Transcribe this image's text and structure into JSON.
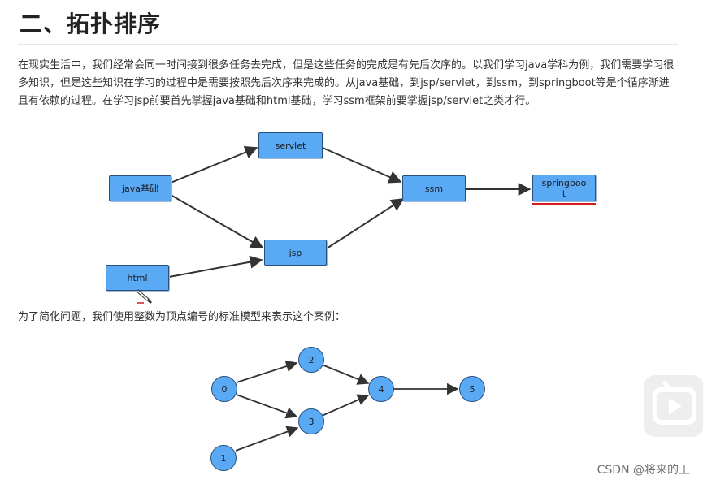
{
  "heading": "二、拓扑排序",
  "corner_text": "",
  "intro": "在现实生活中，我们经常会同一时间接到很多任务去完成，但是这些任务的完成是有先后次序的。以我们学习java学科为例，我们需要学习很多知识，但是这些知识在学习的过程中是需要按照先后次序来完成的。从java基础，到jsp/servlet，到ssm，到springboot等是个循序渐进且有依赖的过程。在学习jsp前要首先掌握java基础和html基础，学习ssm框架前要掌握jsp/servlet之类才行。",
  "diagram1": {
    "nodes": {
      "java": "java基础",
      "servlet": "servlet",
      "jsp": "jsp",
      "html": "html",
      "ssm": "ssm",
      "springboot_line1": "springboo",
      "springboot_line2": "t"
    }
  },
  "second_text": "为了简化问题，我们使用整数为顶点编号的标准模型来表示这个案例：",
  "diagram2": {
    "nodes": [
      "0",
      "1",
      "2",
      "3",
      "4",
      "5"
    ]
  },
  "watermark": "CSDN @将来的王",
  "colors": {
    "node_fill": "#5aa9f5",
    "node_border": "#2a4f7a",
    "arrow": "#333333",
    "red_underline": "#d21a1a"
  }
}
